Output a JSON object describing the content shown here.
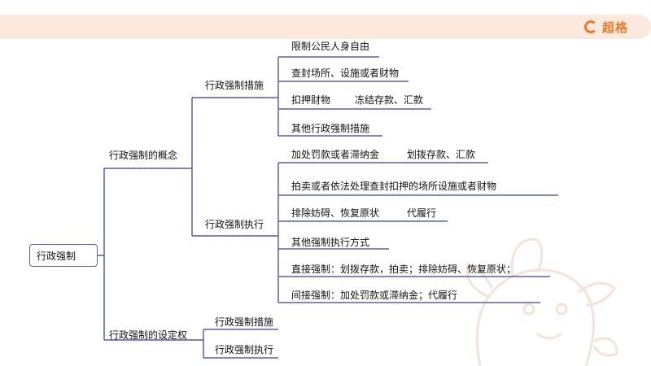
{
  "brand": {
    "name": "超格",
    "accent": "#f07a2b"
  },
  "colors": {
    "line": "#5b5fb0",
    "topbar": "#fbe9de"
  },
  "mindmap": {
    "root": "行政强制",
    "concept": {
      "label": "行政强制的概念",
      "measures": {
        "label": "行政强制措施",
        "items": [
          "限制公民人身自由",
          "查封场所、设施或者财物",
          "扣押财物",
          "冻结存款、汇款",
          "其他行政强制措施"
        ]
      },
      "execution": {
        "label": "行政强制执行",
        "items": [
          "加处罚款或者滞纳金",
          "划拨存款、汇款",
          "拍卖或者依法处理查封扣押的场所设施或者财物",
          "排除妨碍、恢复原状",
          "代履行",
          "其他强制执行方式",
          "直接强制：划拨存款，拍卖；排除妨碍、恢复原状；",
          "间接强制：加处罚款或滞纳金；代履行"
        ]
      }
    },
    "authority": {
      "label": "行政强制的设定权",
      "items": [
        "行政强制措施",
        "行政强制执行"
      ]
    }
  }
}
